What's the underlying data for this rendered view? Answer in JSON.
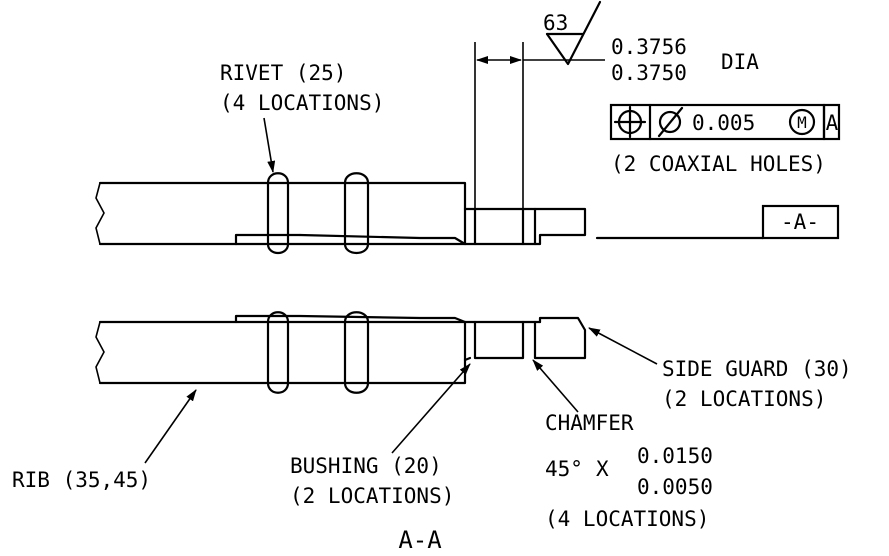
{
  "labels": {
    "rivet": "RIVET (25)",
    "rivet_locations": "(4 LOCATIONS)",
    "surface_finish": "63",
    "dia_upper": "0.3756",
    "dia_lower": "0.3750",
    "dia_suffix": "DIA",
    "fcf_tolerance": "0.005",
    "fcf_modifier": "M",
    "fcf_datum": "A",
    "coaxial": "(2 COAXIAL HOLES)",
    "datum_label": "-A-",
    "side_guard": "SIDE GUARD (30)",
    "side_guard_locations": "(2 LOCATIONS)",
    "chamfer": "CHAMFER",
    "chamfer_angle": "45°",
    "chamfer_x": "X",
    "chamfer_upper": "0.0150",
    "chamfer_lower": "0.0050",
    "chamfer_locations": "(4 LOCATIONS)",
    "rib": "RIB (35,45)",
    "bushing": "BUSHING (20)",
    "bushing_locations": "(2 LOCATIONS)",
    "section": "A-A"
  },
  "icons": {
    "position": "position-tolerance-icon",
    "diameter": "diameter-icon"
  }
}
